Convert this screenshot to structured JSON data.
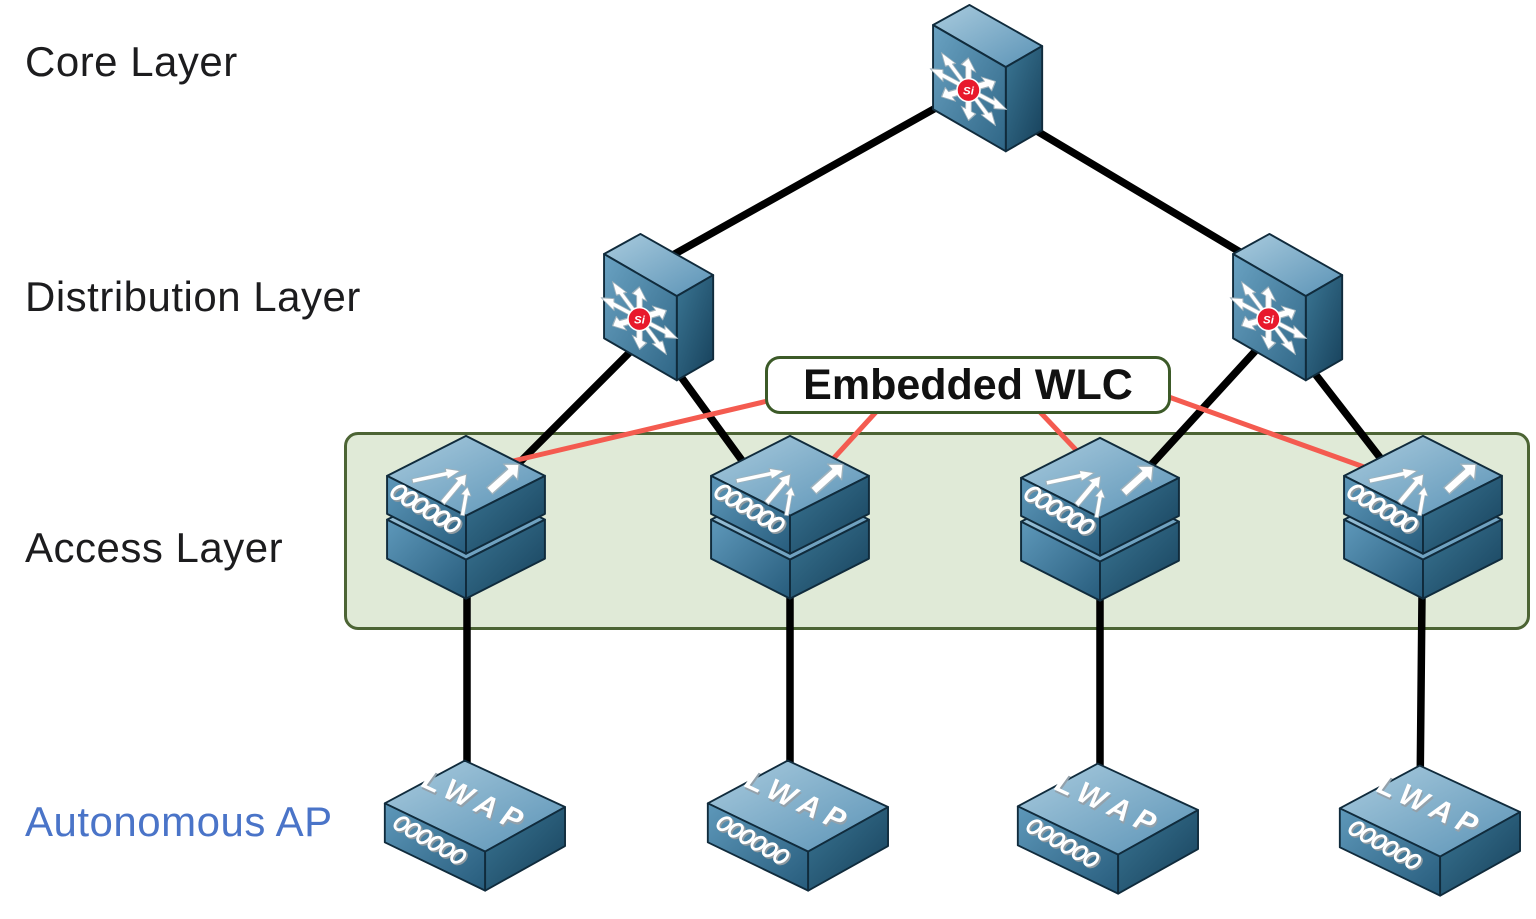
{
  "layers": [
    {
      "label": "Core Layer",
      "device": "multilayer-switch",
      "count": 1
    },
    {
      "label": "Distribution Layer",
      "device": "multilayer-switch",
      "count": 2
    },
    {
      "label": "Access Layer",
      "device": "stacked-access-switch",
      "count": 4,
      "highlighted": true
    },
    {
      "label": "Autonomous AP",
      "device": "lightweight-access-point",
      "count": 4
    }
  ],
  "wlc": {
    "label": "Embedded WLC"
  },
  "lwap": {
    "label": "LWAP"
  },
  "badge": {
    "si": "Si"
  },
  "icons": {
    "core": "multilayer-switch-icon",
    "distribution": "multilayer-switch-icon",
    "access": "stacked-switch-icon",
    "autonomous_ap": "lwap-device-icon"
  },
  "colors": {
    "label_text": "#1c1c1e",
    "autonomous_label_blue": "#4a74c8",
    "access_panel_fill": "#e0ead7",
    "access_panel_border": "#4c6434",
    "wlc_border_green": "#3c5a28",
    "link_black": "#000000",
    "wlc_link_red": "#f45b50",
    "device_blue_light": "#a7cade",
    "device_blue_dark": "#16405a",
    "si_badge_red": "#e8192c"
  }
}
